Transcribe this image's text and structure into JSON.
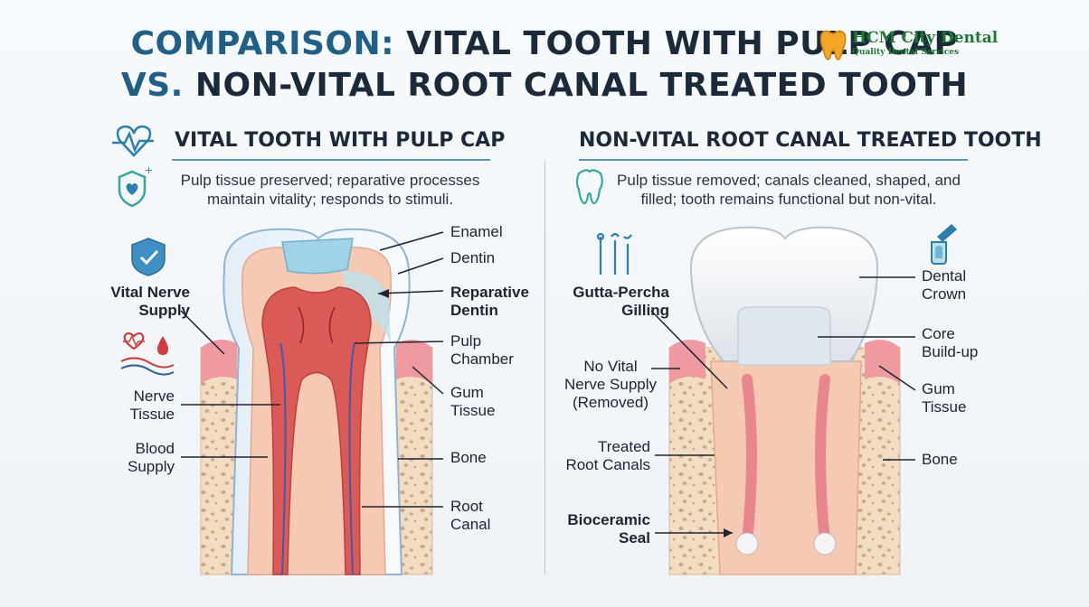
{
  "title": {
    "line1_prefix": "COMPARISON:",
    "line1_rest": "VITAL TOOTH WITH PULP CAP",
    "line2_prefix": "VS.",
    "line2_rest": "NON-VITAL ROOT CANAL TREATED TOOTH"
  },
  "logo": {
    "name": "HCM City Dental",
    "tagline": "Quality Dental Services"
  },
  "left_panel": {
    "heading": "VITAL TOOTH WITH PULP CAP",
    "description_line1": "Pulp tissue preserved; reparative processes",
    "description_line2": "maintain vitality; responds to stimuli.",
    "icons": [
      "heartbeat-icon",
      "heart-shield-icon",
      "shield-check-icon",
      "heart-drop-icon"
    ],
    "labels": {
      "enamel": "Enamel",
      "dentin": "Dentin",
      "reparative_1": "Reparative",
      "reparative_2": "Dentin",
      "pulp_1": "Pulp",
      "pulp_2": "Chamber",
      "gum_1": "Gum",
      "gum_2": "Tissue",
      "bone": "Bone",
      "root_1": "Root",
      "root_2": "Canal",
      "vital_1": "Vital Nerve",
      "vital_2": "Supply",
      "nerve_1": "Nerve",
      "nerve_2": "Tissue",
      "blood_1": "Blood",
      "blood_2": "Supply"
    }
  },
  "right_panel": {
    "heading": "NON-VITAL ROOT CANAL TREATED TOOTH",
    "description_line1": "Pulp tissue removed; canals cleaned, shaped, and",
    "description_line2": "filled; tooth remains functional but non-vital.",
    "icons": [
      "tooth-icon",
      "dental-tools-icon",
      "dropper-icon"
    ],
    "labels": {
      "crown_1": "Dental",
      "crown_2": "Crown",
      "core_1": "Core",
      "core_2": "Build-up",
      "gum_1": "Gum",
      "gum_2": "Tissue",
      "bone": "Bone",
      "gutta_1": "Gutta-Percha",
      "gutta_2": "Gilling",
      "novital_1": "No Vital",
      "novital_2": "Nerve Supply",
      "novital_3": "(Removed)",
      "treated_1": "Treated",
      "treated_2": "Root Canals",
      "bio_1": "Bioceramic",
      "bio_2": "Seal"
    }
  },
  "colors": {
    "title_accent": "#1f5f88",
    "heading_rule": "#2f7fae",
    "gum": "#ef9aa0",
    "bone": "#f2dcc2",
    "dentin": "#f6c9b3",
    "pulp": "#dc5a55",
    "nerve": "#3a5bb0",
    "logo": "#1e7a2e"
  }
}
